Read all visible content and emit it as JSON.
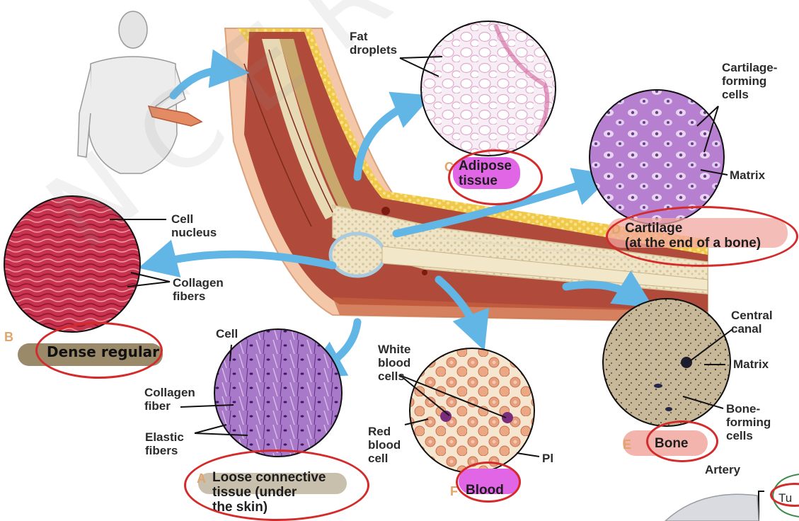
{
  "colors": {
    "arrow": "#62b6e6",
    "highlight_pink": "#e066e6",
    "highlight_salmon": "#f2a7a0",
    "highlight_brown": "#9b8a6a",
    "ring_red": "#d52a2a",
    "ring_green": "#3f8a4a",
    "letter_orange": "#e0a56b"
  },
  "watermark": {
    "text": "N C E R T"
  },
  "tissues": {
    "adipose": {
      "letter": "C",
      "title": "Adipose\ntissue",
      "labels": {
        "fat_droplets": "Fat\ndroplets"
      }
    },
    "cartilage": {
      "letter": "D",
      "title": "Cartilage\n(at the end of a bone)",
      "labels": {
        "forming_cells": "Cartilage-\nforming\ncells",
        "matrix": "Matrix"
      }
    },
    "dense": {
      "letter": "B",
      "title": "Dense regular",
      "labels": {
        "cell_nucleus": "Cell\nnucleus",
        "collagen_fibers": "Collagen\nfibers"
      }
    },
    "loose": {
      "letter": "A",
      "title": "Loose connective\ntissue (under\nthe skin)",
      "labels": {
        "cell": "Cell",
        "collagen_fiber": "Collagen\nfiber",
        "elastic_fibers": "Elastic\nfibers"
      }
    },
    "blood": {
      "letter": "F",
      "title": "Blood",
      "labels": {
        "white_cells": "White\nblood\ncells",
        "red_cell": "Red\nblood\ncell",
        "plasma": "Pl"
      }
    },
    "bone": {
      "letter": "E",
      "title": "Bone",
      "labels": {
        "central_canal": "Central\ncanal",
        "matrix": "Matrix",
        "forming_cells": "Bone-\nforming\ncells"
      }
    }
  },
  "artery": {
    "title": "Artery",
    "partial": "Tu"
  }
}
